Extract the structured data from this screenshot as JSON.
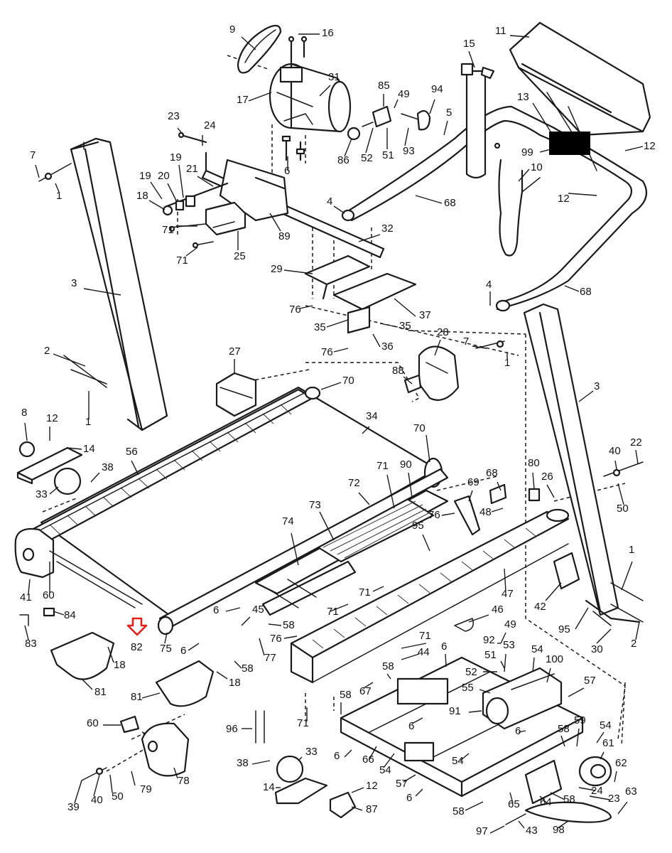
{
  "callouts": [
    {
      "id": "c9",
      "text": "9"
    },
    {
      "id": "c16",
      "text": "16"
    },
    {
      "id": "c17",
      "text": "17"
    },
    {
      "id": "c31",
      "text": "31"
    },
    {
      "id": "c6a",
      "text": "6"
    },
    {
      "id": "c86",
      "text": "86"
    },
    {
      "id": "c85",
      "text": "85"
    },
    {
      "id": "c49a",
      "text": "49"
    },
    {
      "id": "c52a",
      "text": "52"
    },
    {
      "id": "c51a",
      "text": "51"
    },
    {
      "id": "c93",
      "text": "93"
    },
    {
      "id": "c94",
      "text": "94"
    },
    {
      "id": "c15",
      "text": "15"
    },
    {
      "id": "c5",
      "text": "5"
    },
    {
      "id": "c11",
      "text": "11"
    },
    {
      "id": "c13",
      "text": "13"
    },
    {
      "id": "c99",
      "text": "99"
    },
    {
      "id": "c12a",
      "text": "12"
    },
    {
      "id": "c10",
      "text": "10"
    },
    {
      "id": "c12b",
      "text": "12"
    },
    {
      "id": "c23a",
      "text": "23"
    },
    {
      "id": "c24a",
      "text": "24"
    },
    {
      "id": "c19a",
      "text": "19"
    },
    {
      "id": "c19b",
      "text": "19"
    },
    {
      "id": "c20",
      "text": "20"
    },
    {
      "id": "c21",
      "text": "21"
    },
    {
      "id": "c18a",
      "text": "18"
    },
    {
      "id": "c71a",
      "text": "71"
    },
    {
      "id": "c71b",
      "text": "71"
    },
    {
      "id": "c25",
      "text": "25"
    },
    {
      "id": "c89",
      "text": "89"
    },
    {
      "id": "c7a",
      "text": "7"
    },
    {
      "id": "c1a",
      "text": "1"
    },
    {
      "id": "c4a",
      "text": "4"
    },
    {
      "id": "c68a",
      "text": "68"
    },
    {
      "id": "c32",
      "text": "32"
    },
    {
      "id": "c3a",
      "text": "3"
    },
    {
      "id": "c29",
      "text": "29"
    },
    {
      "id": "c76a",
      "text": "76"
    },
    {
      "id": "c37",
      "text": "37"
    },
    {
      "id": "c35a",
      "text": "35"
    },
    {
      "id": "c35b",
      "text": "35"
    },
    {
      "id": "c36",
      "text": "36"
    },
    {
      "id": "c76b",
      "text": "76"
    },
    {
      "id": "c4b",
      "text": "4"
    },
    {
      "id": "c68b",
      "text": "68"
    },
    {
      "id": "c7b",
      "text": "7"
    },
    {
      "id": "c1b",
      "text": "1"
    },
    {
      "id": "c2a",
      "text": "2"
    },
    {
      "id": "c1c",
      "text": "1"
    },
    {
      "id": "c27",
      "text": "27"
    },
    {
      "id": "c28",
      "text": "28"
    },
    {
      "id": "c88",
      "text": "88"
    },
    {
      "id": "c3b",
      "text": "3"
    },
    {
      "id": "c70a",
      "text": "70"
    },
    {
      "id": "c34",
      "text": "34"
    },
    {
      "id": "c70b",
      "text": "70"
    },
    {
      "id": "c8",
      "text": "8"
    },
    {
      "id": "c12c",
      "text": "12"
    },
    {
      "id": "c14a",
      "text": "14"
    },
    {
      "id": "c56",
      "text": "56"
    },
    {
      "id": "c38a",
      "text": "38"
    },
    {
      "id": "c33a",
      "text": "33"
    },
    {
      "id": "c72",
      "text": "72"
    },
    {
      "id": "c71c",
      "text": "71"
    },
    {
      "id": "c90",
      "text": "90"
    },
    {
      "id": "c69",
      "text": "69"
    },
    {
      "id": "c68c",
      "text": "68"
    },
    {
      "id": "c80",
      "text": "80"
    },
    {
      "id": "c26",
      "text": "26"
    },
    {
      "id": "c40a",
      "text": "40"
    },
    {
      "id": "c22",
      "text": "22"
    },
    {
      "id": "c50a",
      "text": "50"
    },
    {
      "id": "c76c",
      "text": "76"
    },
    {
      "id": "c48",
      "text": "48"
    },
    {
      "id": "c73",
      "text": "73"
    },
    {
      "id": "c74",
      "text": "74"
    },
    {
      "id": "c95a",
      "text": "95"
    },
    {
      "id": "c41",
      "text": "41"
    },
    {
      "id": "c60a",
      "text": "60"
    },
    {
      "id": "c71d",
      "text": "71"
    },
    {
      "id": "c47",
      "text": "47"
    },
    {
      "id": "c42",
      "text": "42"
    },
    {
      "id": "c1d",
      "text": "1"
    },
    {
      "id": "c84",
      "text": "84"
    },
    {
      "id": "c83",
      "text": "83"
    },
    {
      "id": "c82",
      "text": "82"
    },
    {
      "id": "c18b",
      "text": "18"
    },
    {
      "id": "c6b",
      "text": "6"
    },
    {
      "id": "c45",
      "text": "45"
    },
    {
      "id": "c71e",
      "text": "71"
    },
    {
      "id": "c58a",
      "text": "58"
    },
    {
      "id": "c46",
      "text": "46"
    },
    {
      "id": "c95b",
      "text": "95"
    },
    {
      "id": "c30",
      "text": "30"
    },
    {
      "id": "c2b",
      "text": "2"
    },
    {
      "id": "c75",
      "text": "75"
    },
    {
      "id": "c6c",
      "text": "6"
    },
    {
      "id": "c76d",
      "text": "76"
    },
    {
      "id": "c77",
      "text": "77"
    },
    {
      "id": "c71f",
      "text": "71"
    },
    {
      "id": "c49b",
      "text": "49"
    },
    {
      "id": "c92",
      "text": "92"
    },
    {
      "id": "c44",
      "text": "44"
    },
    {
      "id": "c6d",
      "text": "6"
    },
    {
      "id": "c51b",
      "text": "51"
    },
    {
      "id": "c53",
      "text": "53"
    },
    {
      "id": "c54a",
      "text": "54"
    },
    {
      "id": "c100",
      "text": "100"
    },
    {
      "id": "c81a",
      "text": "81"
    },
    {
      "id": "c81b",
      "text": "81"
    },
    {
      "id": "c18c",
      "text": "18"
    },
    {
      "id": "c58b",
      "text": "58"
    },
    {
      "id": "c58c",
      "text": "58"
    },
    {
      "id": "c67",
      "text": "67"
    },
    {
      "id": "c52b",
      "text": "52"
    },
    {
      "id": "c55",
      "text": "55"
    },
    {
      "id": "c57a",
      "text": "57"
    },
    {
      "id": "c58d",
      "text": "58"
    },
    {
      "id": "c91",
      "text": "91"
    },
    {
      "id": "c6e",
      "text": "6"
    },
    {
      "id": "c71g",
      "text": "71"
    },
    {
      "id": "c60b",
      "text": "60"
    },
    {
      "id": "c96",
      "text": "96"
    },
    {
      "id": "c33b",
      "text": "33"
    },
    {
      "id": "c38b",
      "text": "38"
    },
    {
      "id": "c6f",
      "text": "6"
    },
    {
      "id": "c66",
      "text": "66"
    },
    {
      "id": "c6g",
      "text": "6"
    },
    {
      "id": "c58e",
      "text": "58"
    },
    {
      "id": "c59",
      "text": "59"
    },
    {
      "id": "c54b",
      "text": "54"
    },
    {
      "id": "c61",
      "text": "61"
    },
    {
      "id": "c78",
      "text": "78"
    },
    {
      "id": "c54c",
      "text": "54"
    },
    {
      "id": "c62",
      "text": "62"
    },
    {
      "id": "c24b",
      "text": "24"
    },
    {
      "id": "c58f",
      "text": "58"
    },
    {
      "id": "c64",
      "text": "64"
    },
    {
      "id": "c23b",
      "text": "23"
    },
    {
      "id": "c63",
      "text": "63"
    },
    {
      "id": "c57b",
      "text": "57"
    },
    {
      "id": "c54d",
      "text": "54"
    },
    {
      "id": "c14b",
      "text": "14"
    },
    {
      "id": "c12d",
      "text": "12"
    },
    {
      "id": "c87",
      "text": "87"
    },
    {
      "id": "c6h",
      "text": "6"
    },
    {
      "id": "c58g",
      "text": "58"
    },
    {
      "id": "c65",
      "text": "65"
    },
    {
      "id": "c39",
      "text": "39"
    },
    {
      "id": "c40b",
      "text": "40"
    },
    {
      "id": "c50b",
      "text": "50"
    },
    {
      "id": "c79",
      "text": "79"
    },
    {
      "id": "c97",
      "text": "97"
    },
    {
      "id": "c43",
      "text": "43"
    },
    {
      "id": "c98",
      "text": "98"
    }
  ],
  "highlight": {
    "label": "82",
    "color": "#e0201b"
  },
  "redaction_color": "#000000",
  "line_color": "#1a1a1a"
}
